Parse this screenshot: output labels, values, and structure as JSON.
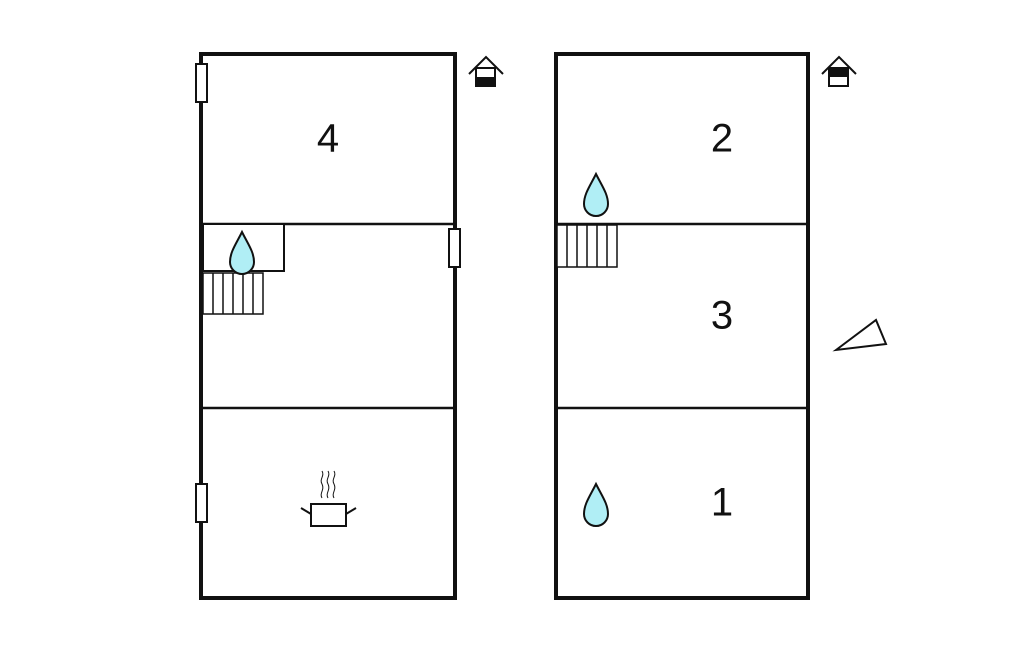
{
  "colors": {
    "wall": "#111111",
    "water": "#b0eef5"
  },
  "floors": [
    {
      "name": "ground-floor",
      "rooms": [
        {
          "label": "4"
        }
      ],
      "icons": [
        "window-icon",
        "window-icon",
        "window-icon",
        "bathroom-icon",
        "stairs-icon",
        "kitchen-icon",
        "house-ground-floor-icon"
      ]
    },
    {
      "name": "upper-floor",
      "rooms": [
        {
          "label": "2"
        },
        {
          "label": "3"
        },
        {
          "label": "1"
        }
      ],
      "icons": [
        "bathroom-icon",
        "bathroom-icon",
        "stairs-icon",
        "house-upper-floor-icon",
        "compass-icon"
      ]
    }
  ]
}
